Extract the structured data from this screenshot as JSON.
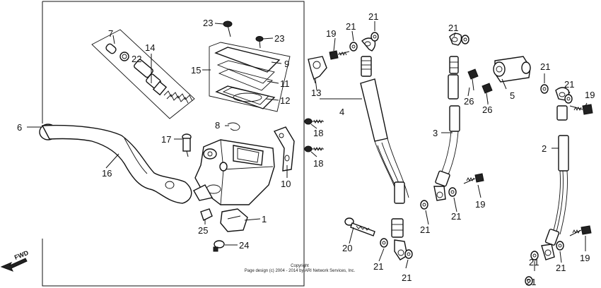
{
  "diagram": {
    "labels": {
      "p1": "1",
      "p2": "2",
      "p3": "3",
      "p4": "4",
      "p5": "5",
      "p6": "6",
      "p7": "7",
      "p8": "8",
      "p9": "9",
      "p10": "10",
      "p11": "11",
      "p12": "12",
      "p13": "13",
      "p14": "14",
      "p15": "15",
      "p16": "16",
      "p17": "17",
      "p18a": "18",
      "p18b": "18",
      "p19a": "19",
      "p19b": "19",
      "p19c": "19",
      "p19d": "19",
      "p20": "20",
      "p21a": "21",
      "p21b": "21",
      "p21c": "21",
      "p21d": "21",
      "p21e": "21",
      "p21f": "21",
      "p21g": "21",
      "p21h": "21",
      "p21i": "21",
      "p21j": "21",
      "p21k": "21",
      "p21l": "21",
      "p22": "22",
      "p23a": "23",
      "p23b": "23",
      "p24": "24",
      "p25": "25",
      "p26a": "26",
      "p26b": "26"
    },
    "fwd": "FWD",
    "copyright_line1": "Copyright",
    "copyright_line2": "Page design (c) 2004 - 2014 by ARI Network Services, Inc."
  }
}
